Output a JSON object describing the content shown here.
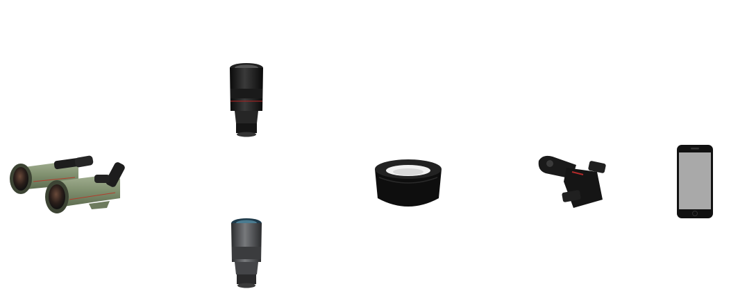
{
  "products": [
    {
      "id": "spotting-scopes",
      "icon": "spotting-scope-icon",
      "color_body": "#7f8f6e",
      "color_accent": "#b33a2a"
    },
    {
      "id": "zoom-eyepiece-black",
      "icon": "eyepiece-icon",
      "color_body": "#1c1c1c"
    },
    {
      "id": "zoom-eyepiece-gray",
      "icon": "eyepiece-icon",
      "color_body": "#4a4b4d"
    },
    {
      "id": "eyepiece-adapter-ring",
      "icon": "adapter-ring-icon",
      "color_body": "#0e0e0e"
    },
    {
      "id": "phone-bracket",
      "icon": "phone-mount-icon",
      "color_body": "#151515"
    },
    {
      "id": "smartphone",
      "icon": "smartphone-icon",
      "color_body": "#111111",
      "color_screen": "#a9a9a9"
    }
  ]
}
